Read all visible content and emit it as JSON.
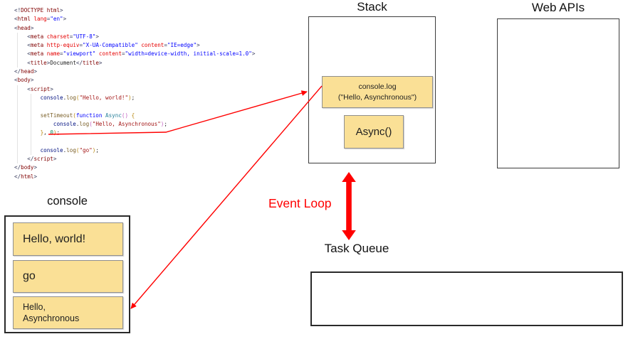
{
  "diagram": {
    "stack": {
      "title": "Stack",
      "frames": {
        "top": {
          "line1": "console.log",
          "line2": "(\"Hello, Asynchronous\")"
        },
        "bottom": {
          "label": "Async()"
        }
      }
    },
    "web_apis": {
      "title": "Web APIs"
    },
    "task_queue": {
      "title": "Task Queue"
    },
    "event_loop": {
      "label": "Event Loop"
    },
    "console": {
      "title": "console",
      "items": [
        {
          "lines": [
            "Hello, world!"
          ]
        },
        {
          "lines": [
            "go"
          ]
        },
        {
          "lines": [
            "Hello,",
            "Asynchronous"
          ]
        }
      ]
    }
  },
  "colors": {
    "arrow_red": "#ff0000",
    "frame_fill": "#fae096",
    "frame_border": "#8f8f8f",
    "box_border": "#3c3c3c"
  },
  "code": {
    "lines": [
      [
        {
          "t": "<!",
          "c": "pn"
        },
        {
          "t": "DOCTYPE html",
          "c": "tag"
        },
        {
          "t": ">",
          "c": "pn"
        }
      ],
      [
        {
          "t": "<",
          "c": "pn"
        },
        {
          "t": "html",
          "c": "tag"
        },
        {
          "t": " ",
          "c": "pl"
        },
        {
          "t": "lang",
          "c": "attr"
        },
        {
          "t": "=",
          "c": "pn"
        },
        {
          "t": "\"en\"",
          "c": "str"
        },
        {
          "t": ">",
          "c": "pn"
        }
      ],
      [
        {
          "t": "<",
          "c": "pn"
        },
        {
          "t": "head",
          "c": "tag"
        },
        {
          "t": ">",
          "c": "pn"
        }
      ],
      [
        {
          "t": "    ",
          "c": "pl"
        },
        {
          "t": "<",
          "c": "pn"
        },
        {
          "t": "meta",
          "c": "tag"
        },
        {
          "t": " ",
          "c": "pl"
        },
        {
          "t": "charset",
          "c": "attr"
        },
        {
          "t": "=",
          "c": "pn"
        },
        {
          "t": "\"UTF-8\"",
          "c": "str"
        },
        {
          "t": ">",
          "c": "pn"
        }
      ],
      [
        {
          "t": "    ",
          "c": "pl"
        },
        {
          "t": "<",
          "c": "pn"
        },
        {
          "t": "meta",
          "c": "tag"
        },
        {
          "t": " ",
          "c": "pl"
        },
        {
          "t": "http-equiv",
          "c": "attr"
        },
        {
          "t": "=",
          "c": "pn"
        },
        {
          "t": "\"X-UA-Compatible\"",
          "c": "str"
        },
        {
          "t": " ",
          "c": "pl"
        },
        {
          "t": "content",
          "c": "attr"
        },
        {
          "t": "=",
          "c": "pn"
        },
        {
          "t": "\"IE=edge\"",
          "c": "str"
        },
        {
          "t": ">",
          "c": "pn"
        }
      ],
      [
        {
          "t": "    ",
          "c": "pl"
        },
        {
          "t": "<",
          "c": "pn"
        },
        {
          "t": "meta",
          "c": "tag"
        },
        {
          "t": " ",
          "c": "pl"
        },
        {
          "t": "name",
          "c": "attr"
        },
        {
          "t": "=",
          "c": "pn"
        },
        {
          "t": "\"viewport\"",
          "c": "str"
        },
        {
          "t": " ",
          "c": "pl"
        },
        {
          "t": "content",
          "c": "attr"
        },
        {
          "t": "=",
          "c": "pn"
        },
        {
          "t": "\"width=device-width, initial-scale=1.0\"",
          "c": "str"
        },
        {
          "t": ">",
          "c": "pn"
        }
      ],
      [
        {
          "t": "    ",
          "c": "pl"
        },
        {
          "t": "<",
          "c": "pn"
        },
        {
          "t": "title",
          "c": "tag"
        },
        {
          "t": ">",
          "c": "pn"
        },
        {
          "t": "Document",
          "c": "pl"
        },
        {
          "t": "</",
          "c": "pn"
        },
        {
          "t": "title",
          "c": "tag"
        },
        {
          "t": ">",
          "c": "pn"
        }
      ],
      [
        {
          "t": "</",
          "c": "pn"
        },
        {
          "t": "head",
          "c": "tag"
        },
        {
          "t": ">",
          "c": "pn"
        }
      ],
      [
        {
          "t": "<",
          "c": "pn"
        },
        {
          "t": "body",
          "c": "tag"
        },
        {
          "t": ">",
          "c": "pn"
        }
      ],
      [
        {
          "t": "    ",
          "c": "pl"
        },
        {
          "t": "<",
          "c": "pn"
        },
        {
          "t": "script",
          "c": "tag"
        },
        {
          "t": ">",
          "c": "pn"
        }
      ],
      [
        {
          "t": "        ",
          "c": "pl"
        },
        {
          "t": "console",
          "c": "var"
        },
        {
          "t": ".",
          "c": "pl"
        },
        {
          "t": "log",
          "c": "fn"
        },
        {
          "t": "(",
          "c": "b1"
        },
        {
          "t": "\"Hello, world!\"",
          "c": "jsstr"
        },
        {
          "t": ")",
          "c": "b1"
        },
        {
          "t": ";",
          "c": "pl"
        }
      ],
      [],
      [
        {
          "t": "        ",
          "c": "pl"
        },
        {
          "t": "setTimeout",
          "c": "fn"
        },
        {
          "t": "(",
          "c": "b1"
        },
        {
          "t": "function",
          "c": "kw"
        },
        {
          "t": " ",
          "c": "pl"
        },
        {
          "t": "Async",
          "c": "fname"
        },
        {
          "t": "()",
          "c": "b2"
        },
        {
          "t": " ",
          "c": "pl"
        },
        {
          "t": "{",
          "c": "b1"
        }
      ],
      [
        {
          "t": "            ",
          "c": "pl"
        },
        {
          "t": "console",
          "c": "var"
        },
        {
          "t": ".",
          "c": "pl"
        },
        {
          "t": "log",
          "c": "fn"
        },
        {
          "t": "(",
          "c": "b2"
        },
        {
          "t": "\"Hello, Asynchronous\"",
          "c": "jsstr"
        },
        {
          "t": ")",
          "c": "b2"
        },
        {
          "t": ";",
          "c": "pl"
        }
      ],
      [
        {
          "t": "        ",
          "c": "pl"
        },
        {
          "t": "}",
          "c": "b1"
        },
        {
          "t": ", ",
          "c": "pl"
        },
        {
          "t": "0",
          "c": "num"
        },
        {
          "t": ")",
          "c": "b1"
        },
        {
          "t": ";",
          "c": "pl"
        }
      ],
      [],
      [
        {
          "t": "        ",
          "c": "pl"
        },
        {
          "t": "console",
          "c": "var"
        },
        {
          "t": ".",
          "c": "pl"
        },
        {
          "t": "log",
          "c": "fn"
        },
        {
          "t": "(",
          "c": "b1"
        },
        {
          "t": "\"go\"",
          "c": "jsstr"
        },
        {
          "t": ")",
          "c": "b1"
        },
        {
          "t": ";",
          "c": "pl"
        }
      ],
      [
        {
          "t": "    ",
          "c": "pl"
        },
        {
          "t": "</",
          "c": "pn"
        },
        {
          "t": "script",
          "c": "tag"
        },
        {
          "t": ">",
          "c": "pn"
        }
      ],
      [
        {
          "t": "</",
          "c": "pn"
        },
        {
          "t": "body",
          "c": "tag"
        },
        {
          "t": ">",
          "c": "pn"
        }
      ],
      [
        {
          "t": "</",
          "c": "pn"
        },
        {
          "t": "html",
          "c": "tag"
        },
        {
          "t": ">",
          "c": "pn"
        }
      ]
    ]
  }
}
